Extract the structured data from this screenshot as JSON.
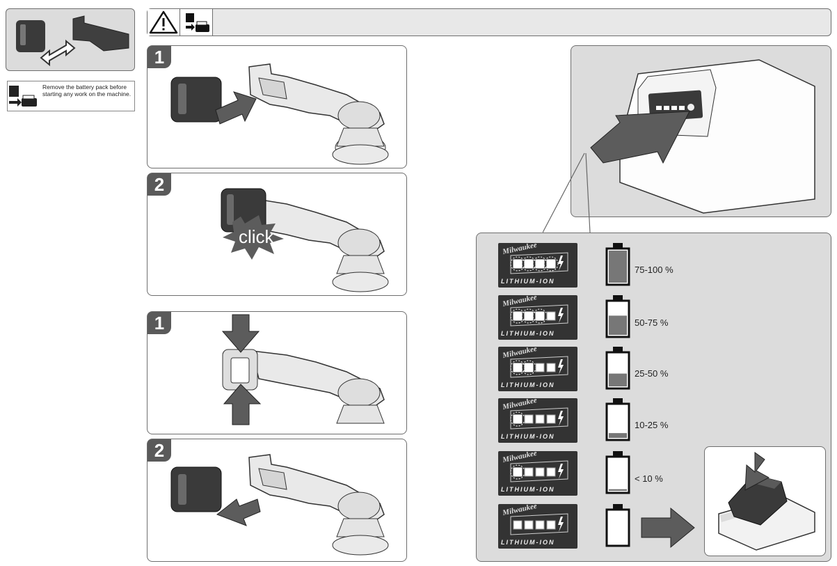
{
  "note": {
    "text": "Remove the battery pack before starting any work on the machine."
  },
  "steps": {
    "insert": [
      {
        "number": "1"
      },
      {
        "number": "2",
        "caption": "click"
      }
    ],
    "remove": [
      {
        "number": "1"
      },
      {
        "number": "2"
      }
    ]
  },
  "charge": {
    "brand": "Milwaukee",
    "tech": "LITHIUM-ION",
    "levels": [
      {
        "label": "75-100 %",
        "fill": 1.0,
        "lit": 4
      },
      {
        "label": "50-75 %",
        "fill": 0.6,
        "lit": 3
      },
      {
        "label": "25-50 %",
        "fill": 0.4,
        "lit": 2
      },
      {
        "label": "10-25 %",
        "fill": 0.15,
        "lit": 1
      },
      {
        "label": "< 10 %",
        "fill": 0.05,
        "lit": 1
      },
      {
        "label": "",
        "fill": 0.0,
        "lit": 0
      }
    ]
  },
  "colors": {
    "frame": "#6e6e6e",
    "panel": "#dcdcdc",
    "tool": "#e9e9e9",
    "dark": "#3a3a3a",
    "arrow": "#5c5c5c"
  }
}
